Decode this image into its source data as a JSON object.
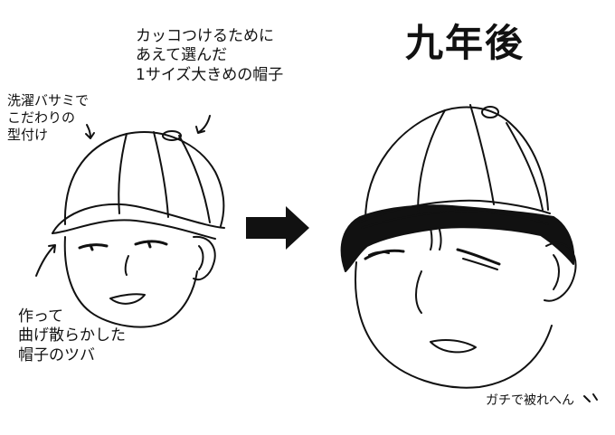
{
  "annotations": {
    "top_note": "カッコつけるために\nあえて選んだ\n1サイズ大きめの帽子",
    "scissors_note": "洗濯バサミで\nこだわりの\n型付け",
    "brim_note": "作って\n曲げ散らかした\n帽子のツバ",
    "title": "九年後",
    "bottom_note": "ガチで被れへん"
  },
  "colors": {
    "ink": "#111111",
    "paper": "#ffffff"
  }
}
